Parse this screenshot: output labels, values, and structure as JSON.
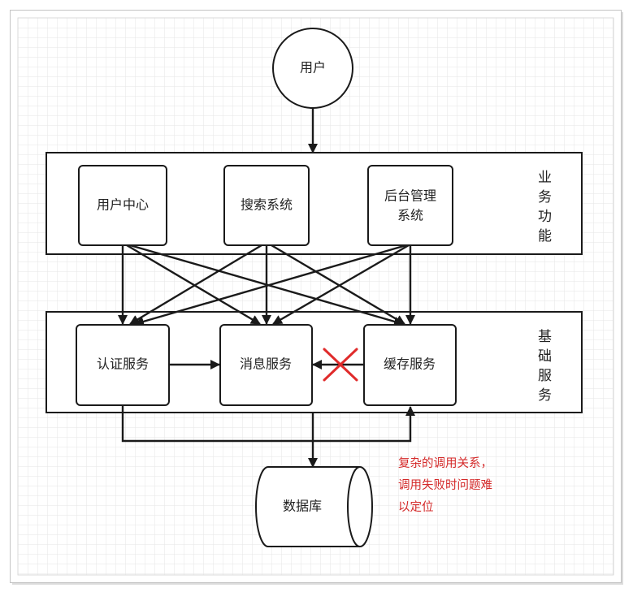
{
  "diagram": {
    "user": "用户",
    "business_layer": {
      "label": "业务功能",
      "services": {
        "user_center": "用户中心",
        "search_system": "搜索系统",
        "admin_system": [
          "后台管理",
          "系统"
        ]
      }
    },
    "base_layer": {
      "label": "基础服务",
      "services": {
        "auth": "认证服务",
        "message": "消息服务",
        "cache": "缓存服务"
      }
    },
    "database": "数据库",
    "annotation": [
      "复杂的调用关系，",
      "调用失败时问题难",
      "以定位"
    ]
  },
  "colors": {
    "stroke": "#1a1a1a",
    "error_mark": "#e02b2b",
    "annotation": "#d42a2a",
    "grid": "#e6e6e6"
  }
}
